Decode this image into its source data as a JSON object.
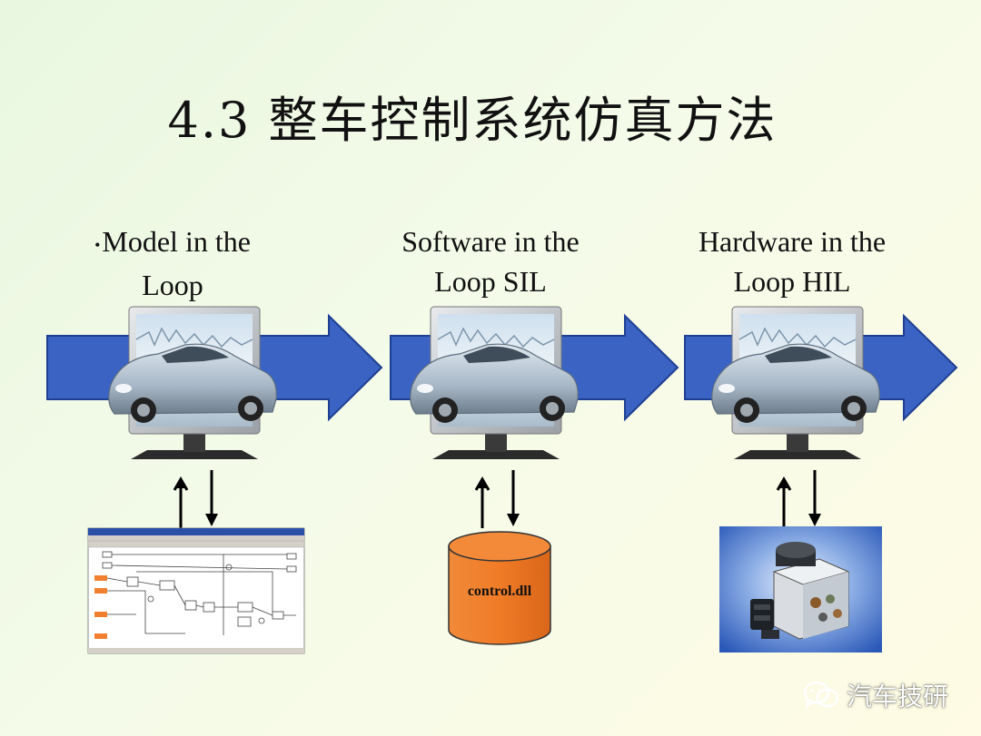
{
  "title": "4.3 整车控制系统仿真方法",
  "stages": [
    {
      "line1": "Model in the",
      "line2": "Loop",
      "bullet": "•"
    },
    {
      "line1": "Software in the",
      "line2": "Loop SIL"
    },
    {
      "line1": "Hardware in the",
      "line2": "Loop HIL"
    }
  ],
  "dll_label": "control.dll",
  "watermark": "汽车技研",
  "colors": {
    "arrow": "#3a63c4",
    "arrow_outline": "#1f3f91",
    "dll_cylinder": "#f07b26",
    "hil_background": "#2f64c6"
  },
  "icons": [
    "monitor-car-icon",
    "simulink-screenshot-icon",
    "database-cylinder-icon",
    "ecu-hardware-icon",
    "wechat-icon"
  ]
}
